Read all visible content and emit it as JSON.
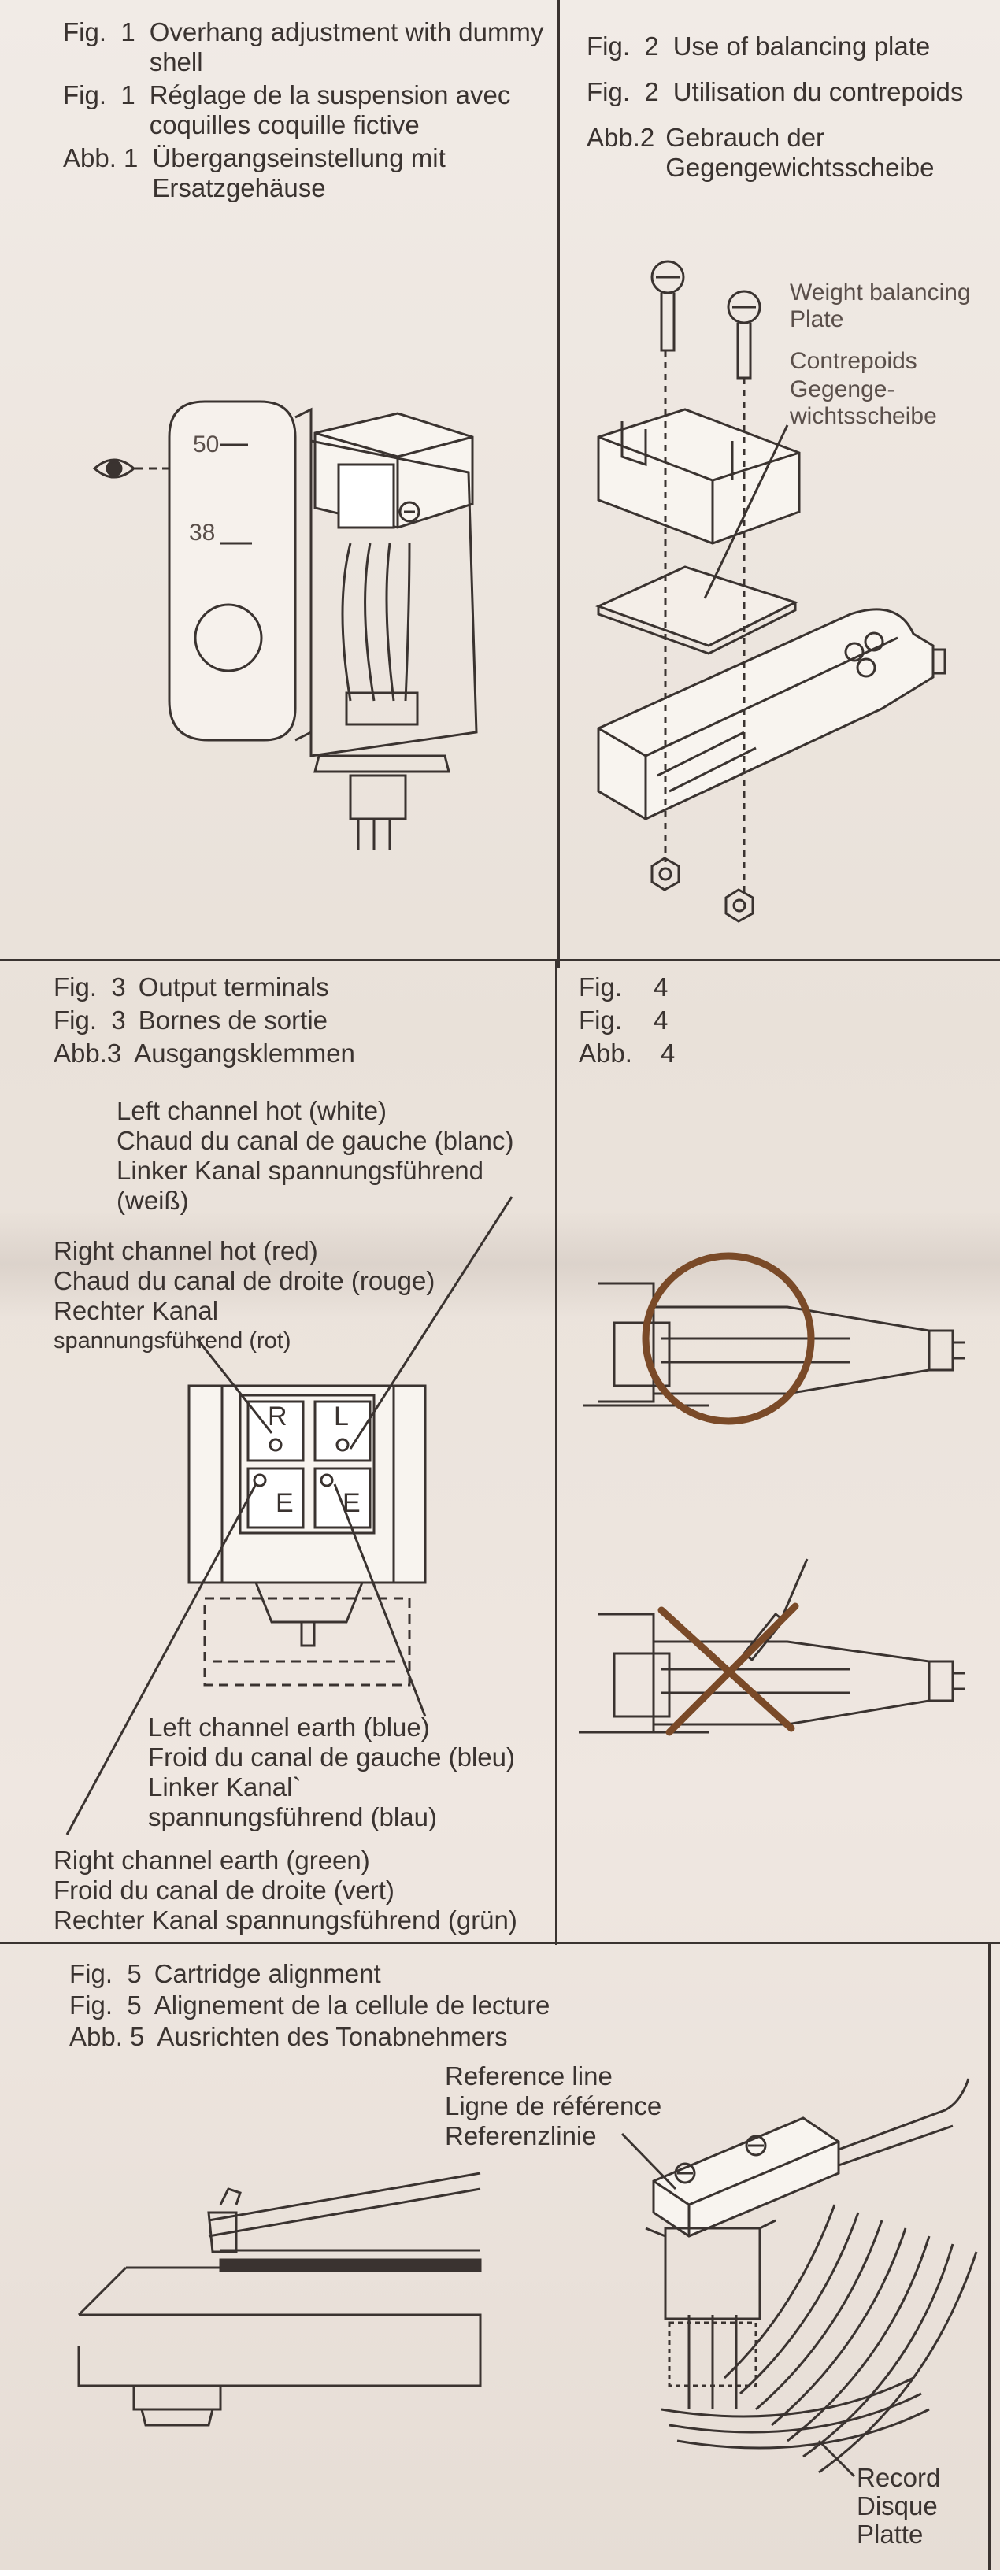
{
  "fig1": {
    "caption": [
      {
        "num": "Fig.  1",
        "text": "Overhang adjustment with dummy shell"
      },
      {
        "num": "Fig.  1",
        "text": "Réglage de la suspension avec coquilles coquille fictive"
      },
      {
        "num": "Abb. 1",
        "text": "Übergangseinstellung mit Ersatzgehäuse"
      }
    ],
    "scale_50": "50",
    "scale_38": "38"
  },
  "fig2": {
    "caption": [
      {
        "num": "Fig.  2",
        "text": "Use of balancing plate"
      },
      {
        "num": "Fig.  2",
        "text": "Utilisation du contrepoids"
      },
      {
        "num": "Abb.2",
        "text": "Gebrauch der Gegengewichtsscheibe"
      }
    ],
    "label_en": "Weight balancing Plate",
    "label_fr": "Contrepoids",
    "label_de": "Gegenge- wichtsscheibe"
  },
  "fig3": {
    "caption": [
      {
        "num": "Fig.  3",
        "text": "Output terminals"
      },
      {
        "num": "Fig.  3",
        "text": "Bornes de sortie"
      },
      {
        "num": "Abb.3",
        "text": "Ausgangsklemmen"
      }
    ],
    "left_hot": [
      "Left channel hot (white)",
      "Chaud du canal de gauche (blanc)",
      "Linker Kanal spannungsführend",
      "(weiß)"
    ],
    "right_hot": [
      "Right channel hot (red)",
      "Chaud du canal de droite (rouge)",
      "Rechter Kanal",
      "spannungsführend (rot)"
    ],
    "left_earth": [
      "Left channel earth (blue)",
      "Froid du canal de gauche (bleu)",
      "Linker Kanal`",
      "spannungsführend (blau)"
    ],
    "right_earth": [
      "Right channel earth (green)",
      "Froid du canal de droite (vert)",
      "Rechter Kanal spannungsführend (grün)"
    ],
    "terminal_r": "R",
    "terminal_l": "L",
    "terminal_e1": "E",
    "terminal_e2": "E"
  },
  "fig4": {
    "caption": [
      {
        "num": "Fig.",
        "text": "4"
      },
      {
        "num": "Fig.",
        "text": "4"
      },
      {
        "num": "Abb.",
        "text": "4"
      }
    ]
  },
  "fig5": {
    "caption": [
      {
        "num": "Fig.  5",
        "text": "Cartridge alignment"
      },
      {
        "num": "Fig.  5",
        "text": "Alignement de la cellule de lecture"
      },
      {
        "num": "Abb. 5",
        "text": "Ausrichten des Tonabnehmers"
      }
    ],
    "reference": [
      "Reference line",
      "Ligne de référence",
      "Referenzlinie"
    ],
    "record": [
      "Record",
      "Disque",
      "Platte"
    ]
  },
  "colors": {
    "ink": "#3a3330",
    "paper": "#ece4dd",
    "accent_brown": "#7a4a28"
  }
}
